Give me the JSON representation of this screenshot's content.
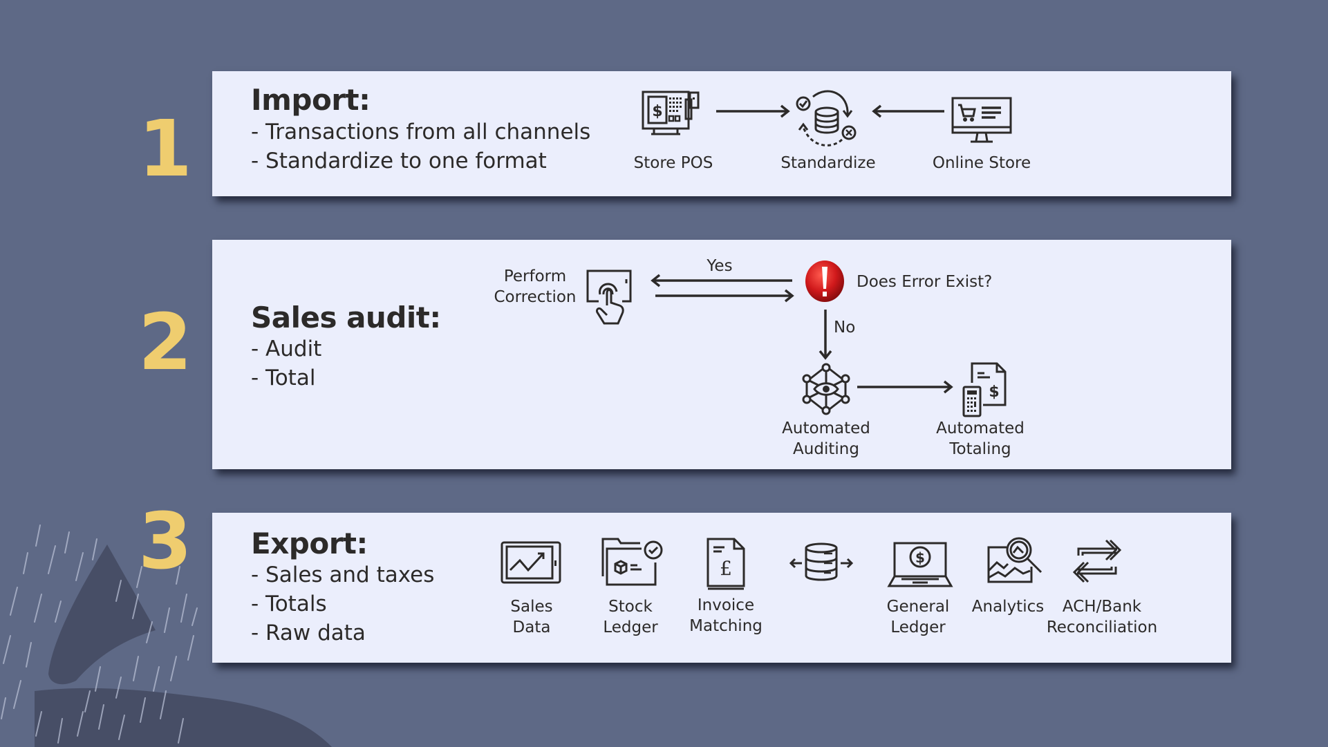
{
  "colors": {
    "background": "#5e6986",
    "panel": "#ebeefc",
    "step_number": "#efcd6f",
    "text": "#2c2a29",
    "error_icon": "#d0191b"
  },
  "steps": [
    {
      "number": "1",
      "heading": "Import:",
      "bullets": [
        "- Transactions from all channels",
        "- Standardize to one format"
      ],
      "flow": [
        {
          "icon": "pos-terminal-icon",
          "label": "Store POS"
        },
        {
          "icon": "arrow-right-icon",
          "label": ""
        },
        {
          "icon": "database-standardize-icon",
          "label": "Standardize"
        },
        {
          "icon": "arrow-left-icon",
          "label": ""
        },
        {
          "icon": "online-store-monitor-icon",
          "label": "Online Store"
        }
      ]
    },
    {
      "number": "2",
      "heading": "Sales audit:",
      "bullets": [
        "- Audit",
        "- Total"
      ],
      "flow": {
        "correction": {
          "icon": "touch-screen-icon",
          "label_line1": "Perform",
          "label_line2": "Correction"
        },
        "decision": {
          "icon": "error-exclamation-icon",
          "label": "Does Error Exist?"
        },
        "yes_label": "Yes",
        "no_label": "No",
        "auditing": {
          "icon": "network-eye-icon",
          "label_line1": "Automated",
          "label_line2": "Auditing"
        },
        "totaling": {
          "icon": "calculator-invoice-icon",
          "label_line1": "Automated",
          "label_line2": "Totaling"
        }
      }
    },
    {
      "number": "3",
      "heading": "Export:",
      "bullets": [
        "- Sales and taxes",
        "- Totals",
        "- Raw data"
      ],
      "targets": [
        {
          "icon": "tablet-chart-icon",
          "label_line1": "Sales",
          "label_line2": "Data"
        },
        {
          "icon": "folder-box-check-icon",
          "label_line1": "Stock",
          "label_line2": "Ledger"
        },
        {
          "icon": "pound-document-icon",
          "label_line1": "Invoice",
          "label_line2": "Matching"
        },
        {
          "icon": "database-bidirectional-icon",
          "label_line1": "",
          "label_line2": ""
        },
        {
          "icon": "laptop-dollar-icon",
          "label_line1": "General",
          "label_line2": "Ledger"
        },
        {
          "icon": "chart-magnifier-icon",
          "label_line1": "Analytics",
          "label_line2": ""
        },
        {
          "icon": "exchange-arrows-icon",
          "label_line1": "ACH/Bank",
          "label_line2": "Reconciliation"
        }
      ]
    }
  ]
}
